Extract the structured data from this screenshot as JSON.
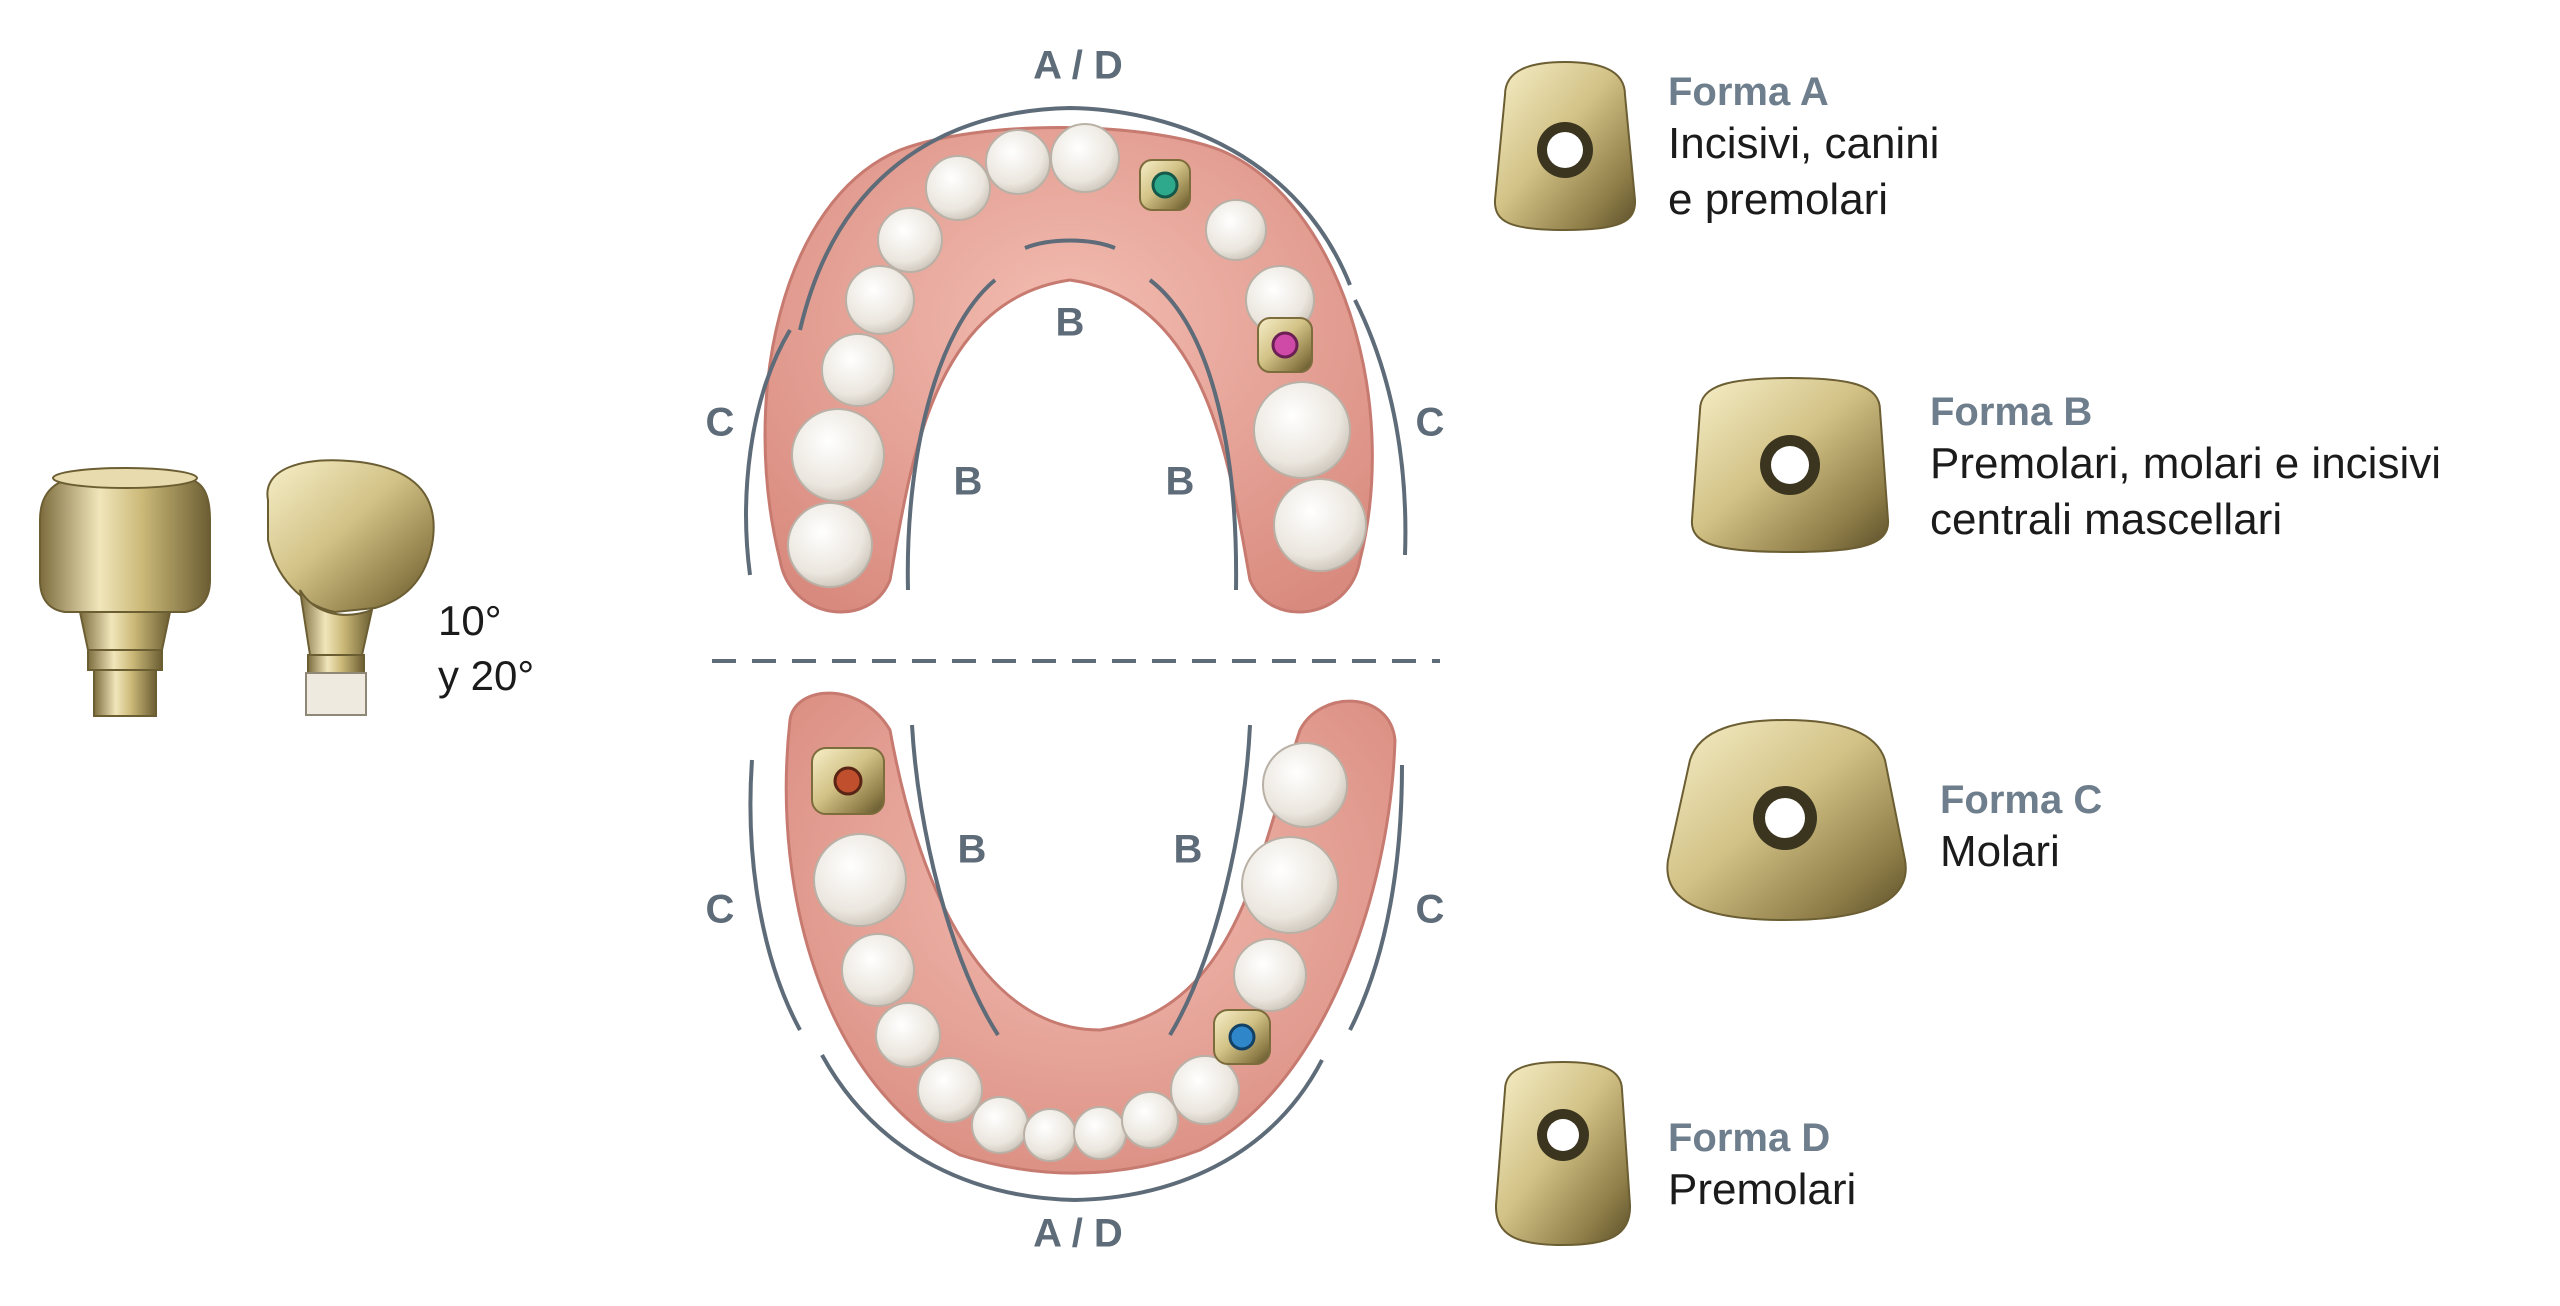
{
  "arch_labels": {
    "upper_front": "A / D",
    "upper_inner_b": "B",
    "upper_left_b": "B",
    "upper_right_b": "B",
    "upper_left_c": "C",
    "upper_right_c": "C",
    "lower_left_b": "B",
    "lower_right_b": "B",
    "lower_left_c": "C",
    "lower_right_c": "C",
    "lower_front": "A / D"
  },
  "angles": {
    "line1": "10°",
    "line2": "y 20°"
  },
  "forms": [
    {
      "title": "Forma A",
      "line1": "Incisivi, canini",
      "line2": "e premolari"
    },
    {
      "title": "Forma B",
      "line1": "Premolari, molari e incisivi",
      "line2": "centrali mascellari"
    },
    {
      "title": "Forma C",
      "line1": "Molari",
      "line2": ""
    },
    {
      "title": "Forma D",
      "line1": "Premolari",
      "line2": ""
    }
  ],
  "colors": {
    "label_gray": "#5e6b78",
    "gum": "#e8a69b",
    "tooth": "#eeeae3",
    "gold": "#c9b77a",
    "marker_green": "#2ea98b",
    "marker_pink": "#cf4aa6",
    "marker_red": "#c0502d",
    "marker_blue": "#2f86c9"
  }
}
